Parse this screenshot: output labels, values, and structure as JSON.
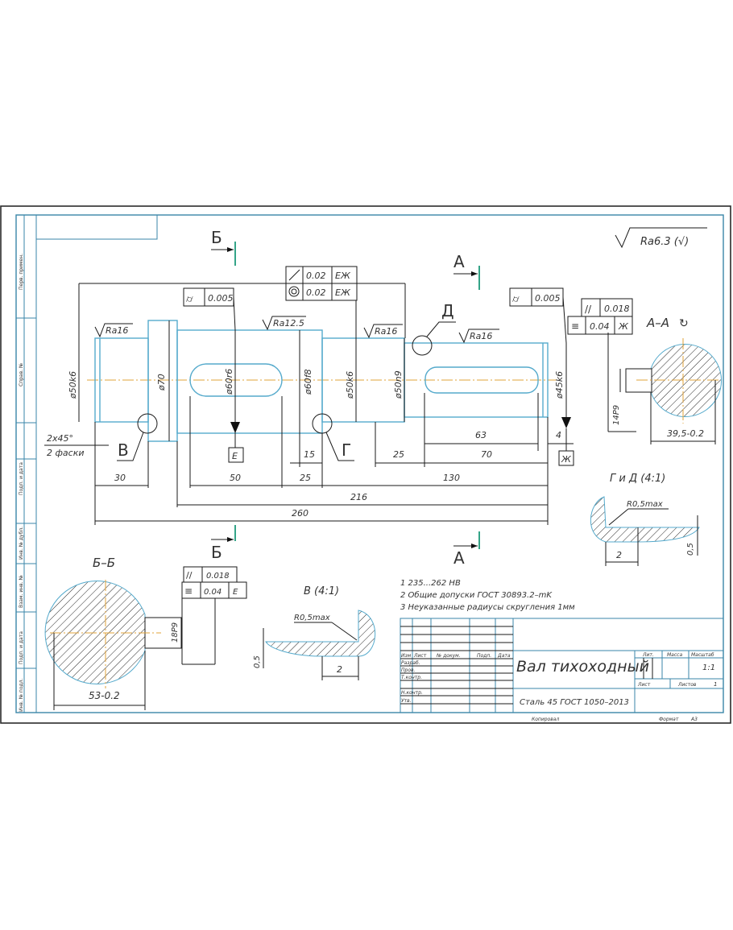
{
  "sheet": {
    "part_name": "Вал тихоходный",
    "material": "Сталь 45 ГОСТ 1050–2013",
    "scale": "1:1",
    "sheets_total": "1",
    "format_label": "Формат",
    "format_value": "А3",
    "copied_label": "Копировал",
    "general_roughness": "Ra6.3 (√)"
  },
  "side_strip": {
    "labels": [
      "Перв. примен.",
      "Справ. №",
      "Подп. и дата",
      "Инв. № дубл.",
      "Взам. инв. №",
      "Подп. и дата",
      "Инв. № подл."
    ]
  },
  "title_block": {
    "headers": [
      "Изм",
      "Лист",
      "№ докум.",
      "Подп.",
      "Дата"
    ],
    "roles": [
      "Разраб.",
      "Пров.",
      "Т.контр.",
      "",
      "Н.контр.",
      "Утв."
    ],
    "lit_label": "Лит.",
    "mass_label": "Масса",
    "scale_label": "Масштаб",
    "sheet_label": "Лист",
    "sheets_label": "Листов"
  },
  "section_marks": {
    "b_top": "Б",
    "b_bottom": "Б",
    "a_top": "А",
    "a_bottom": "А",
    "v_callout": "В",
    "g_callout": "Г",
    "d_callout": "Д"
  },
  "roughness": [
    "Ra16",
    "Ra12.5",
    "Ra16",
    "Ra16"
  ],
  "diameters": [
    "ø50k6",
    "ø70",
    "ø60r6",
    "ø60f8",
    "ø50k6",
    "ø50n9",
    "ø45k6"
  ],
  "tolerance_frames": {
    "left_runout": {
      "value": "0.005"
    },
    "center_runout": {
      "value": "0.02",
      "base": "ЕЖ"
    },
    "center_coaxial": {
      "value": "0.02",
      "base": "ЕЖ"
    },
    "right_runout": {
      "value": "0.005"
    },
    "aa_parallel": {
      "value": "0.018"
    },
    "aa_symmetry": {
      "value": "0.04",
      "base": "Ж"
    },
    "bb_parallel": {
      "value": "0.018"
    },
    "bb_symmetry": {
      "value": "0.04",
      "base": "Е"
    }
  },
  "datums": {
    "e": "Е",
    "zh": "Ж"
  },
  "dimensions": {
    "chamfer": "2х45°",
    "chamfer_note": "2 фаски",
    "d30": "30",
    "d50": "50",
    "d15": "15",
    "d25a": "25",
    "d25b": "25",
    "d130": "130",
    "d216": "216",
    "d260": "260",
    "d63": "63",
    "d70": "70",
    "d4": "4"
  },
  "section_aa": {
    "title": "А–А",
    "key_width": "14P9",
    "depth": "39,5-0.2"
  },
  "section_bb": {
    "title": "Б–Б",
    "key_width": "18P9",
    "depth": "53-0.2"
  },
  "detail_gd": {
    "title": "Г и Д (4:1)",
    "radius": "R0,5max",
    "w": "2",
    "h": "0,5"
  },
  "detail_v": {
    "title": "В (4:1)",
    "radius": "R0,5max",
    "w": "2",
    "h": "0,5"
  },
  "notes": [
    "1 235...262 HB",
    "2 Общие допуски ГОСТ 30893.2–mK",
    "3 Неуказанные радиусы скругления 1мм"
  ]
}
